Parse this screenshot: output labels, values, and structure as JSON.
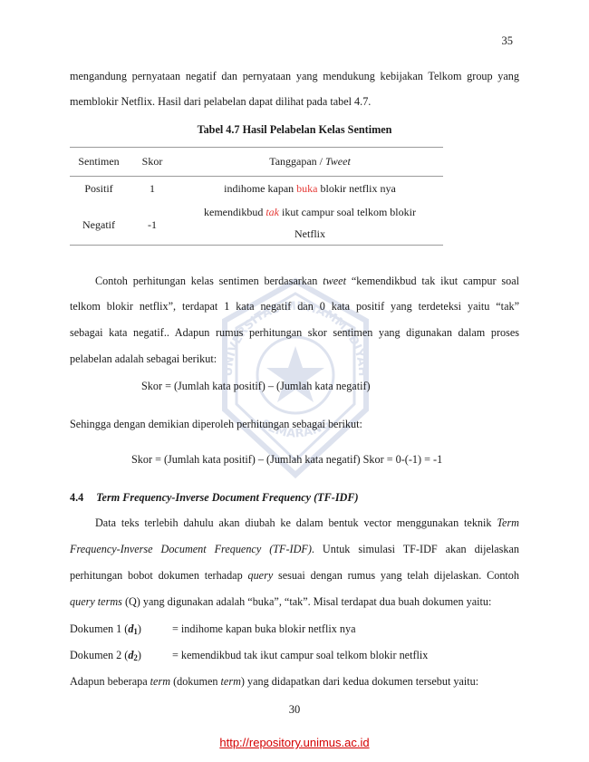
{
  "page": {
    "top_number": "35",
    "bottom_number": "30",
    "url": "http://repository.unimus.ac.id"
  },
  "para1": {
    "line1": "mengandung pernyataan negatif dan pernyataan yang mendukung kebijakan Telkom group yang",
    "line2": "memblokir Netflix. Hasil dari pelabelan dapat dilihat pada tabel 4.7."
  },
  "table": {
    "caption": "Tabel 4.7 Hasil Pelabelan Kelas Sentimen",
    "headers": {
      "sentimen": "Sentimen",
      "skor": "Skor",
      "tanggapan": "Tanggapan / ",
      "tanggapan_italic": "Tweet"
    },
    "rows": [
      {
        "sentimen": "Positif",
        "skor": "1",
        "pre": "indihome kapan ",
        "highlight": "buka",
        "post": " blokir netflix nya"
      },
      {
        "sentimen": "Negatif",
        "skor": "-1",
        "pre": "kemendikbud ",
        "highlight": "tak",
        "post": " ikut campur soal telkom blokir",
        "line2": "Netflix"
      }
    ]
  },
  "para2": {
    "l1_a": "Contoh perhitungan kelas sentimen berdasarkan ",
    "l1_i": "tweet",
    "l1_b": " “kemendikbud tak ikut campur soal",
    "l2": "telkom blokir netflix”, terdapat 1 kata negatif dan 0 kata positif yang terdeteksi yaitu “tak”",
    "l3": "sebagai kata negatif.. Adapun rumus perhitungan skor sentimen yang digunakan dalam proses",
    "l4": "pelabelan adalah sebagai berikut:"
  },
  "formula1": "Skor = (Jumlah kata positif) – (Jumlah kata negatif)",
  "sehingga": "Sehingga dengan demikian diperoleh perhitungan sebagai berikut:",
  "formula2": "Skor = (Jumlah kata positif) – (Jumlah kata negatif) Skor = 0-(-1) = -1",
  "section": {
    "number": "4.4",
    "title": "Term Frequency-Inverse Document Frequency (TF-IDF)"
  },
  "para3": {
    "l1_a": "Data teks terlebih dahulu akan diubah ke dalam bentuk vector menggunakan teknik ",
    "l1_i": "Term",
    "l2_i": "Frequency-Inverse Document Frequency (TF-IDF)",
    "l2_b": ". Untuk simulasi TF-IDF akan dijelaskan",
    "l3_a": "perhitungan bobot dokumen terhadap ",
    "l3_i": "query",
    "l3_b": " sesuai dengan rumus yang telah dijelaskan. Contoh",
    "l4_i": "query terms",
    "l4_b": " (Q) yang digunakan adalah “buka”, “tak”. Misal terdapat dua buah dokumen yaitu:"
  },
  "docs": [
    {
      "label": "Dokumen 1 (",
      "var": "d",
      "sub": "1",
      "close": ")",
      "text": "= indihome kapan buka blokir netflix nya"
    },
    {
      "label": "Dokumen 2 (",
      "var": "d",
      "sub": "2",
      "close": ")",
      "text": "= kemendikbud tak ikut campur soal telkom blokir netflix"
    }
  ],
  "para4": {
    "a": "Adapun beberapa ",
    "i1": "term",
    "b": " (dokumen ",
    "i2": "term",
    "c": ") yang didapatkan dari kedua dokumen tersebut yaitu:"
  },
  "watermark": {
    "top_text": "UNIVERSITAS MUHAMMADIYAH",
    "bottom_text": "SEMARANG"
  },
  "colors": {
    "highlight": "#e53935",
    "url": "#d40000",
    "rule": "#9a9a9a"
  }
}
